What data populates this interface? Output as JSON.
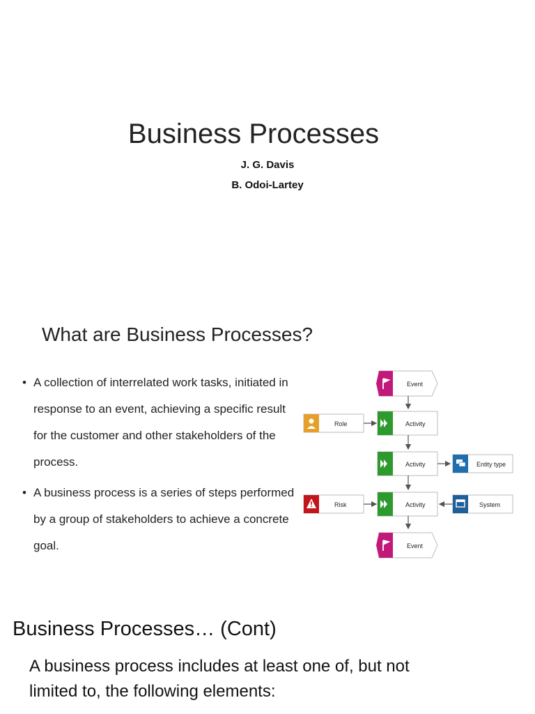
{
  "slide1": {
    "title": "Business Processes",
    "authors": [
      "J. G. Davis",
      "B. Odoi-Lartey"
    ]
  },
  "slide2": {
    "title": "What are Business Processes?",
    "bullets": [
      "A collection of interrelated work tasks, initiated in response to an event, achieving a specific result for the customer and other stakeholders of the process.",
      "A business process is a series of steps performed by a group of stakeholders to achieve a concrete goal."
    ],
    "diagram": {
      "nodes": {
        "event_top": "Event",
        "role": "Role",
        "activity1": "Activity",
        "activity2": "Activity",
        "entity_type": "Entity type",
        "risk": "Risk",
        "activity3": "Activity",
        "system": "System",
        "event_bottom": "Event"
      },
      "colors": {
        "event": "#c2187a",
        "activity": "#2e9a2e",
        "role": "#e6a02a",
        "entity": "#1f6fae",
        "risk": "#c0161c",
        "system": "#1f5f9a",
        "arrow": "#555555"
      }
    }
  },
  "slide3": {
    "title": "Business Processes… (Cont)",
    "body": "A business process includes at least one of, but not limited to, the following elements:"
  }
}
